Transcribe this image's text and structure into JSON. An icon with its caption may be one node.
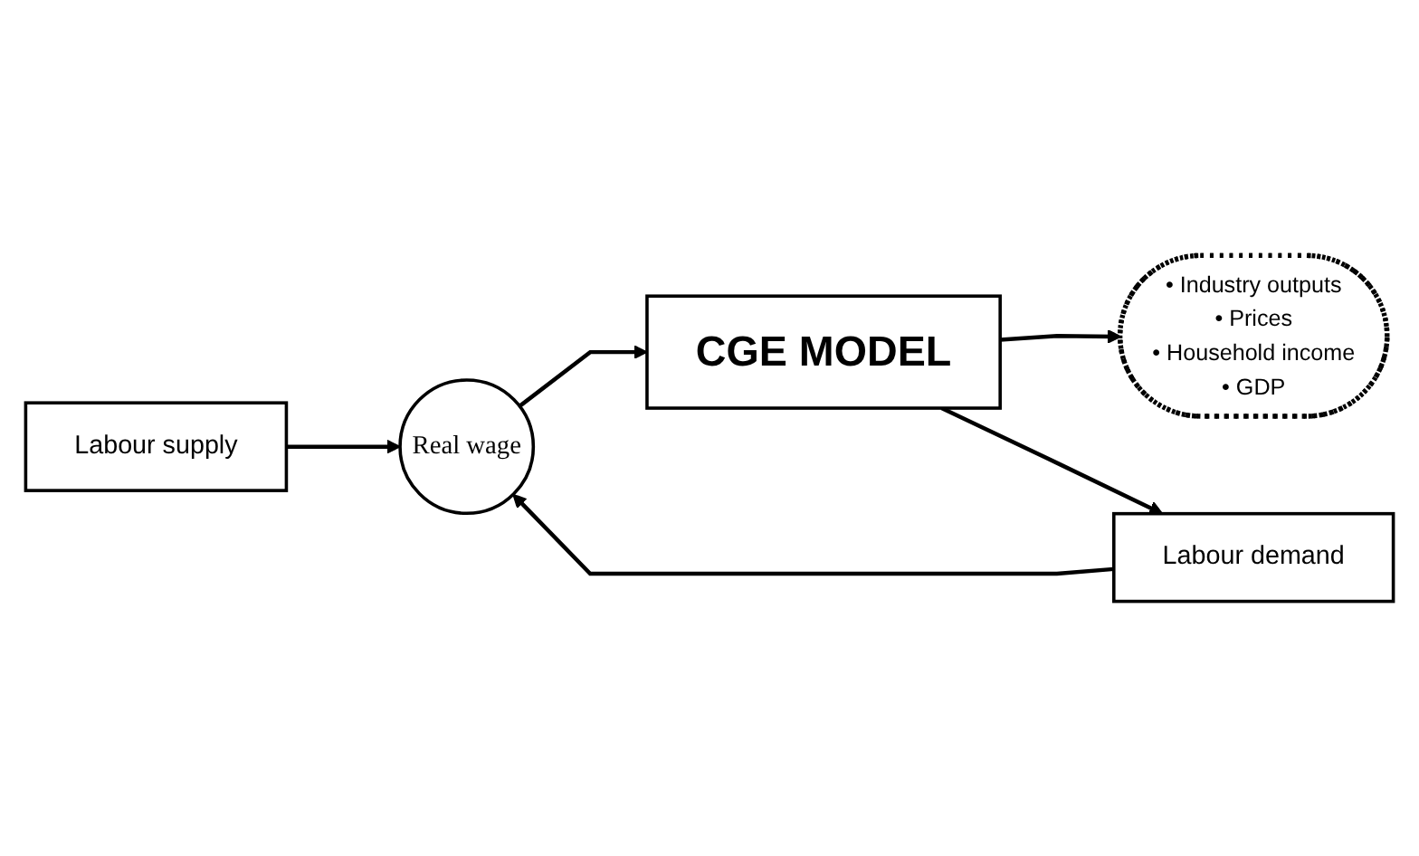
{
  "diagram": {
    "nodes": [
      {
        "text": [
          "Labour supply"
        ]
      },
      {
        "text": [
          "Real wage"
        ]
      },
      {
        "text": [
          "CGE MODEL"
        ]
      },
      {
        "text": [
          "• Industry outputs",
          "• Prices",
          "• Household income",
          "• GDP"
        ]
      },
      {
        "text": [
          "Labour demand"
        ]
      }
    ],
    "edges": [
      {
        "from": 0,
        "to": 1,
        "arrow": "to"
      },
      {
        "from": 1,
        "to": 2,
        "arrow": "to"
      },
      {
        "from": 2,
        "to": 3,
        "arrow": "to"
      },
      {
        "from": 2,
        "to": 4,
        "arrow": "to"
      },
      {
        "from": 4,
        "to": 1,
        "arrow": "to"
      }
    ]
  }
}
